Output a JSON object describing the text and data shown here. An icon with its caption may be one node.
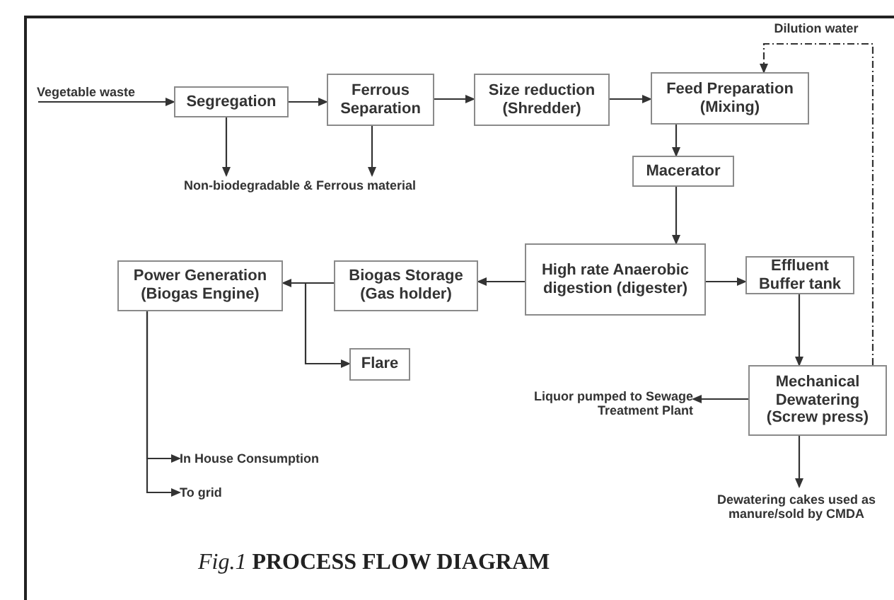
{
  "diagram": {
    "caption": "*Fig.1* **PROCESS FLOW DIAGRAM**",
    "nodes": [
      {
        "text": [
          "Vegetable waste"
        ]
      },
      {
        "text": [
          "Segregation"
        ]
      },
      {
        "text": [
          "Ferrous Separation"
        ]
      },
      {
        "text": [
          "Size reduction (Shredder)"
        ]
      },
      {
        "text": [
          "Feed Preparation (Mixing)"
        ]
      },
      {
        "text": [
          "Macerator"
        ]
      },
      {
        "text": [
          "High rate Anaerobic digestion (digester)"
        ]
      },
      {
        "text": [
          "Effluent Buffer tank"
        ]
      },
      {
        "text": [
          "Biogas Storage (Gas holder)"
        ]
      },
      {
        "text": [
          "Power Generation (Biogas Engine)"
        ]
      },
      {
        "text": [
          "Flare"
        ]
      },
      {
        "text": [
          "Mechanical Dewatering (Screw press)"
        ]
      },
      {
        "text": [
          "Non-biodegradable & Ferrous material"
        ]
      },
      {
        "text": [
          "Liquor pumped to Sewage Treatment Plant"
        ]
      },
      {
        "text": [
          "Dewatering cakes used as manure/sold by CMDA"
        ]
      },
      {
        "text": [
          "In House Consumption"
        ]
      },
      {
        "text": [
          "To grid"
        ]
      }
    ],
    "edges": [
      {
        "from": 0,
        "to": 1,
        "arrow": "to"
      },
      {
        "from": 1,
        "to": 2,
        "arrow": "to"
      },
      {
        "from": 2,
        "to": 3,
        "arrow": "to"
      },
      {
        "from": 3,
        "to": 4,
        "arrow": "to"
      },
      {
        "from": 1,
        "to": 12,
        "arrow": "to"
      },
      {
        "from": 2,
        "to": 12,
        "arrow": "to"
      },
      {
        "from": 4,
        "to": 5,
        "arrow": "to"
      },
      {
        "from": 5,
        "to": 6,
        "arrow": "to"
      },
      {
        "from": 6,
        "to": 8,
        "arrow": "to"
      },
      {
        "from": 6,
        "to": 7,
        "arrow": "to"
      },
      {
        "from": 8,
        "to": 9,
        "arrow": "to"
      },
      {
        "from": 8,
        "to": 10,
        "arrow": "to"
      },
      {
        "from": 7,
        "to": 11,
        "arrow": "to"
      },
      {
        "from": 11,
        "to": 13,
        "arrow": "to"
      },
      {
        "from": 11,
        "to": 14,
        "arrow": "to"
      },
      {
        "from": 9,
        "to": 15,
        "arrow": "to"
      },
      {
        "from": 9,
        "to": 16,
        "arrow": "to"
      },
      {
        "from": 11,
        "to": 4,
        "arrow": "to",
        "style": "dashed",
        "label": "Dilution water"
      }
    ]
  }
}
